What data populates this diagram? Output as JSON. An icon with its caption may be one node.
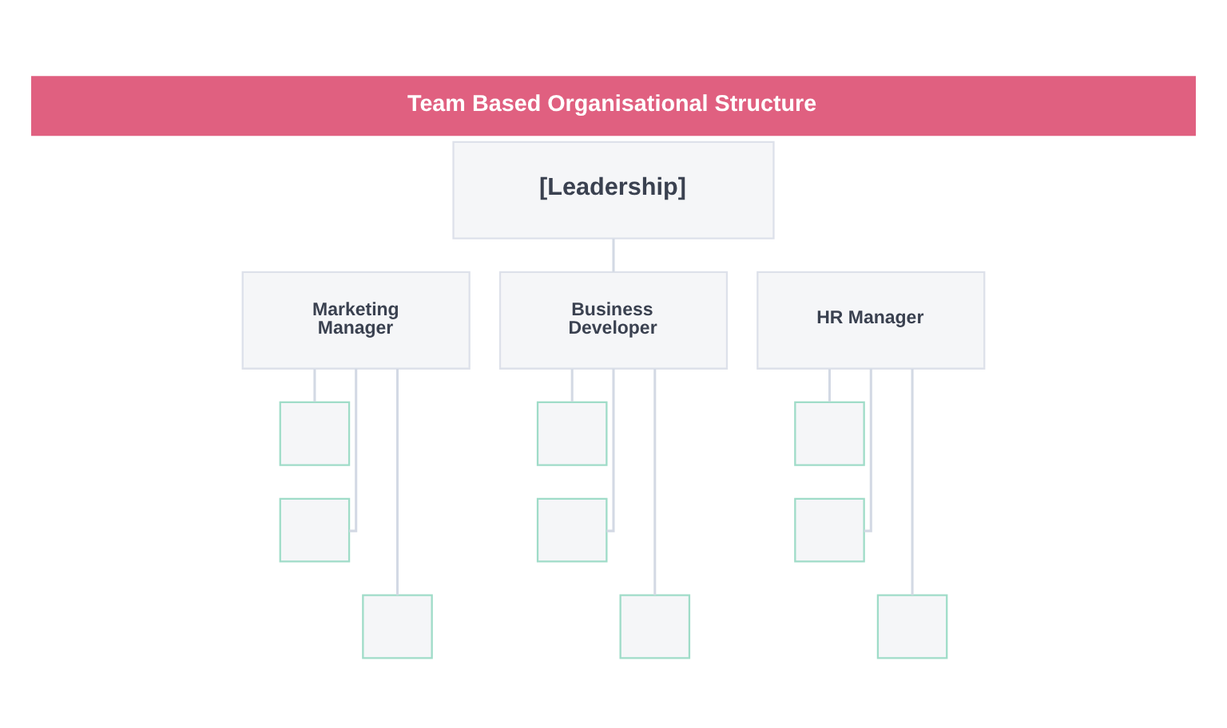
{
  "diagram": {
    "title": "Team Based Organisational Structure",
    "nodes": [
      {
        "text": [
          "[Leadership]"
        ]
      },
      {
        "text": [
          "Marketing Manager"
        ]
      },
      {
        "text": [
          "Business Developer"
        ]
      },
      {
        "text": [
          "HR Manager"
        ]
      },
      {
        "text": [],
        "shape": "box"
      },
      {
        "text": [],
        "shape": "box"
      },
      {
        "text": [],
        "shape": "box"
      },
      {
        "text": [],
        "shape": "box"
      },
      {
        "text": [],
        "shape": "box"
      },
      {
        "text": [],
        "shape": "box"
      },
      {
        "text": [],
        "shape": "box"
      },
      {
        "text": [],
        "shape": "box"
      },
      {
        "text": [],
        "shape": "box"
      }
    ],
    "edges": [
      {
        "from": 0,
        "to": 2,
        "arrow": "none"
      },
      {
        "from": 1,
        "to": 4,
        "arrow": "none"
      },
      {
        "from": 1,
        "to": 5,
        "arrow": "none"
      },
      {
        "from": 1,
        "to": 6,
        "arrow": "none"
      },
      {
        "from": 2,
        "to": 7,
        "arrow": "none"
      },
      {
        "from": 2,
        "to": 8,
        "arrow": "none"
      },
      {
        "from": 2,
        "to": 9,
        "arrow": "none"
      },
      {
        "from": 3,
        "to": 10,
        "arrow": "none"
      },
      {
        "from": 3,
        "to": 11,
        "arrow": "none"
      },
      {
        "from": 3,
        "to": 12,
        "arrow": "none"
      }
    ]
  }
}
